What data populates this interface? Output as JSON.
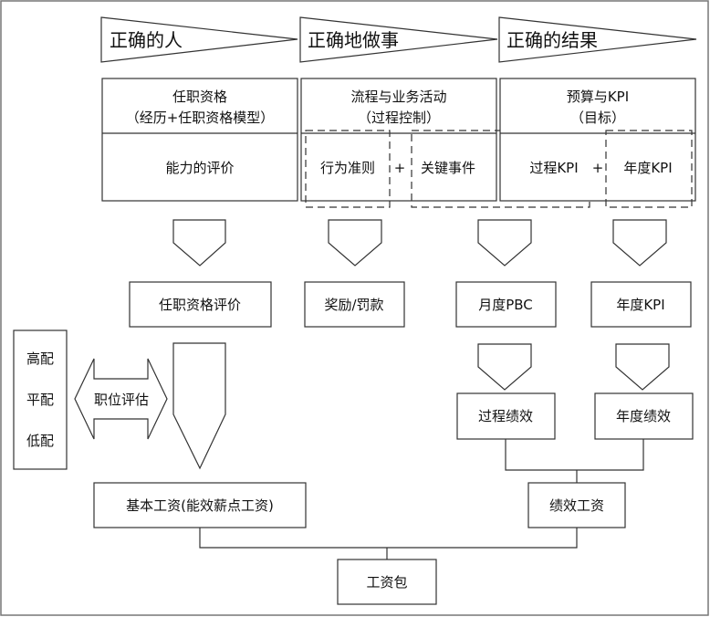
{
  "headers": [
    "正确的人",
    "正确地做事",
    "正确的结果"
  ],
  "col1": {
    "title": "任职资格",
    "subtitle": "（经历+任职资格模型）",
    "eval": "能力的评价",
    "result": "任职资格评价"
  },
  "col2": {
    "title": "流程与业务活动",
    "subtitle": "（过程控制）",
    "item1": "行为准则",
    "plus": "+",
    "item2": "关键事件",
    "result1": "奖励/罚款",
    "result2": "月度PBC",
    "perf": "过程绩效"
  },
  "col3": {
    "title": "预算与KPI",
    "subtitle": "（目标）",
    "item1": "过程KPI",
    "plus": "+",
    "item2": "年度KPI",
    "result": "年度KPI",
    "perf": "年度绩效"
  },
  "levels": [
    "高配",
    "平配",
    "低配"
  ],
  "job_eval": "职位评估",
  "base_pay": "基本工资(能效薪点工资)",
  "perf_pay": "绩效工资",
  "package": "工资包"
}
